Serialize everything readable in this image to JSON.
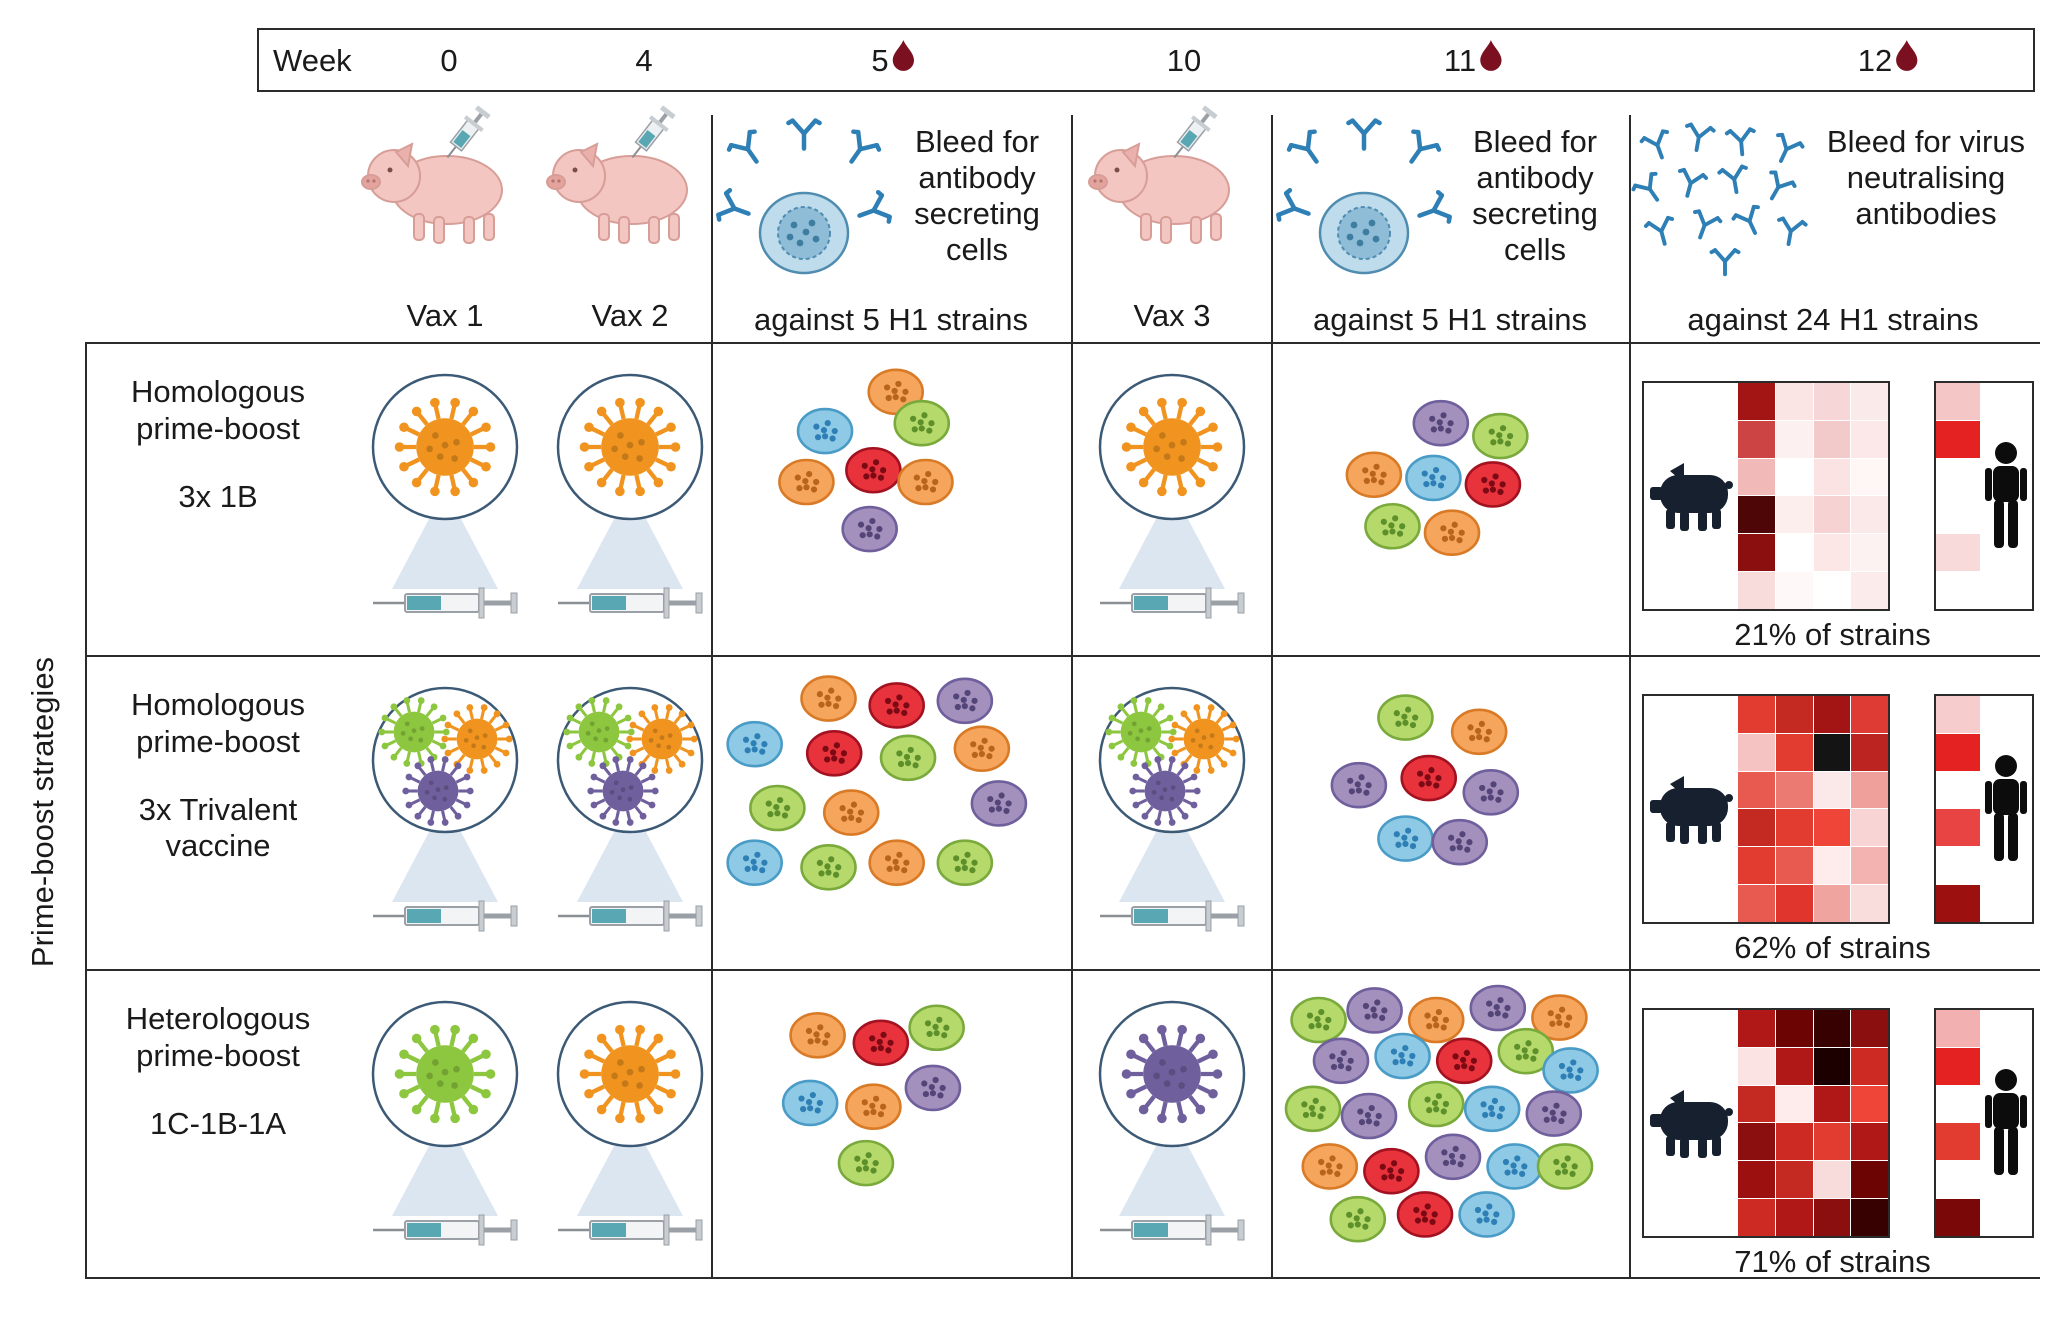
{
  "timeline": {
    "label": "Week",
    "points": [
      {
        "week": "0",
        "blood": false
      },
      {
        "week": "4",
        "blood": false
      },
      {
        "week": "5",
        "blood": true
      },
      {
        "week": "10",
        "blood": false
      },
      {
        "week": "11",
        "blood": true
      },
      {
        "week": "12",
        "blood": true
      }
    ]
  },
  "header": {
    "vax1_label": "Vax 1",
    "vax2_label": "Vax 2",
    "vax3_label": "Vax 3",
    "bleed1": {
      "main": "Bleed for antibody secreting cells",
      "sub": "against 5 H1 strains"
    },
    "bleed2": {
      "main": "Bleed for antibody secreting cells",
      "sub": "against 5 H1 strains"
    },
    "bleed3": {
      "main": "Bleed for virus neutralising antibodies",
      "sub": "against 24 H1 strains"
    }
  },
  "sidebar_label": "Prime-boost strategies",
  "palette": {
    "virus": {
      "orange": "#f0941f",
      "green": "#8dc63f",
      "purple": "#6f5f9c"
    },
    "cell": {
      "orange": {
        "fill": "#f6a55c",
        "stroke": "#d97a27",
        "dot": "#b8641a"
      },
      "blue": {
        "fill": "#8ecae6",
        "stroke": "#4a9cc7",
        "dot": "#2e7fb5"
      },
      "green": {
        "fill": "#b5d96b",
        "stroke": "#7aa93c",
        "dot": "#5d8f2a"
      },
      "red": {
        "fill": "#e8323c",
        "stroke": "#a31220",
        "dot": "#7c0a14"
      },
      "purple": {
        "fill": "#a390bd",
        "stroke": "#6f5f9c",
        "dot": "#544579"
      }
    },
    "antibody": "#2e7fb5",
    "blood": "#7a1020",
    "silhouette_pig": "#16202e",
    "silhouette_human": "#0c0c0c"
  },
  "rows": [
    {
      "name": "Homologous prime-boost",
      "sub": "3x 1B",
      "vax": [
        [
          "orange"
        ],
        [
          "orange"
        ],
        [
          "orange"
        ]
      ],
      "cluster1": [
        {
          "c": "orange",
          "x": 0.52,
          "y": 0.04
        },
        {
          "c": "blue",
          "x": 0.14,
          "y": 0.24
        },
        {
          "c": "green",
          "x": 0.66,
          "y": 0.2
        },
        {
          "c": "orange",
          "x": 0.04,
          "y": 0.5
        },
        {
          "c": "red",
          "x": 0.4,
          "y": 0.44
        },
        {
          "c": "orange",
          "x": 0.68,
          "y": 0.5
        },
        {
          "c": "purple",
          "x": 0.38,
          "y": 0.74
        }
      ],
      "cluster2": [
        {
          "c": "purple",
          "x": 0.44,
          "y": 0.02
        },
        {
          "c": "green",
          "x": 0.76,
          "y": 0.1
        },
        {
          "c": "orange",
          "x": 0.08,
          "y": 0.34
        },
        {
          "c": "blue",
          "x": 0.4,
          "y": 0.36
        },
        {
          "c": "red",
          "x": 0.72,
          "y": 0.4
        },
        {
          "c": "green",
          "x": 0.18,
          "y": 0.66
        },
        {
          "c": "orange",
          "x": 0.5,
          "y": 0.7
        }
      ],
      "heatmap": {
        "pig_grid": [
          [
            "#a31515",
            "#fbe4e4",
            "#f6d6d6",
            "#fbeaea"
          ],
          [
            "#cc4444",
            "#fdf0f0",
            "#f3caca",
            "#fce8e8"
          ],
          [
            "#f2b9b9",
            "#ffffff",
            "#fbe3e3",
            "#fff6f6"
          ],
          [
            "#4f0606",
            "#fdeeee",
            "#f6d2d2",
            "#fbe9e9"
          ],
          [
            "#8c0f0f",
            "#ffffff",
            "#fce6e6",
            "#fdf2f2"
          ],
          [
            "#f8dcdc",
            "#fff8f8",
            "#ffffff",
            "#fcebeb"
          ]
        ],
        "human_col": [
          "#f5c6c6",
          "#e52222",
          "#ffffff",
          "#ffffff",
          "#f8dada",
          "#ffffff"
        ]
      },
      "result": "21% of strains"
    },
    {
      "name": "Homologous prime-boost",
      "sub": "3x Trivalent vaccine",
      "vax": [
        [
          "green",
          "orange",
          "purple"
        ],
        [
          "green",
          "orange",
          "purple"
        ],
        [
          "green",
          "orange",
          "purple"
        ]
      ],
      "cluster1": [
        {
          "c": "orange",
          "x": 0.28,
          "y": 0.02
        },
        {
          "c": "red",
          "x": 0.52,
          "y": 0.05
        },
        {
          "c": "purple",
          "x": 0.76,
          "y": 0.03
        },
        {
          "c": "blue",
          "x": 0.02,
          "y": 0.22
        },
        {
          "c": "red",
          "x": 0.3,
          "y": 0.26
        },
        {
          "c": "green",
          "x": 0.56,
          "y": 0.28
        },
        {
          "c": "orange",
          "x": 0.82,
          "y": 0.24
        },
        {
          "c": "green",
          "x": 0.1,
          "y": 0.5
        },
        {
          "c": "orange",
          "x": 0.36,
          "y": 0.52
        },
        {
          "c": "purple",
          "x": 0.88,
          "y": 0.48
        },
        {
          "c": "blue",
          "x": 0.02,
          "y": 0.74
        },
        {
          "c": "green",
          "x": 0.28,
          "y": 0.76
        },
        {
          "c": "orange",
          "x": 0.52,
          "y": 0.74
        },
        {
          "c": "green",
          "x": 0.76,
          "y": 0.74
        }
      ],
      "cluster2": [
        {
          "c": "green",
          "x": 0.26,
          "y": 0.02
        },
        {
          "c": "orange",
          "x": 0.64,
          "y": 0.1
        },
        {
          "c": "purple",
          "x": 0.02,
          "y": 0.4
        },
        {
          "c": "red",
          "x": 0.38,
          "y": 0.36
        },
        {
          "c": "purple",
          "x": 0.7,
          "y": 0.44
        },
        {
          "c": "blue",
          "x": 0.26,
          "y": 0.7
        },
        {
          "c": "purple",
          "x": 0.54,
          "y": 0.72
        }
      ],
      "heatmap": {
        "pig_grid": [
          [
            "#e23b30",
            "#c52a22",
            "#a31515",
            "#dd3b33"
          ],
          [
            "#f6c3c3",
            "#e23b30",
            "#141414",
            "#bb2420"
          ],
          [
            "#e85a50",
            "#ea7a72",
            "#fbe9e9",
            "#f0a09a"
          ],
          [
            "#c52a22",
            "#e23b30",
            "#ef4438",
            "#f8d4d4"
          ],
          [
            "#e23b30",
            "#e85a50",
            "#fdeceb",
            "#f3b3b0"
          ],
          [
            "#e85a50",
            "#df352c",
            "#f0a4a0",
            "#f9dcdc"
          ]
        ],
        "human_col": [
          "#f6cccc",
          "#e52222",
          "#ffffff",
          "#e84444",
          "#ffffff",
          "#9c1010"
        ]
      },
      "result": "62% of strains"
    },
    {
      "name": "Heterologous prime-boost",
      "sub": "1C-1B-1A",
      "vax": [
        [
          "green"
        ],
        [
          "orange"
        ],
        [
          "purple"
        ]
      ],
      "cluster1": [
        {
          "c": "orange",
          "x": 0.1,
          "y": 0.06
        },
        {
          "c": "red",
          "x": 0.44,
          "y": 0.1
        },
        {
          "c": "green",
          "x": 0.74,
          "y": 0.02
        },
        {
          "c": "blue",
          "x": 0.06,
          "y": 0.42
        },
        {
          "c": "orange",
          "x": 0.4,
          "y": 0.44
        },
        {
          "c": "purple",
          "x": 0.72,
          "y": 0.34
        },
        {
          "c": "green",
          "x": 0.36,
          "y": 0.74
        }
      ],
      "cluster2": [
        {
          "c": "green",
          "x": 0.02,
          "y": 0.05
        },
        {
          "c": "purple",
          "x": 0.22,
          "y": 0.01
        },
        {
          "c": "orange",
          "x": 0.44,
          "y": 0.05
        },
        {
          "c": "purple",
          "x": 0.66,
          "y": 0.0
        },
        {
          "c": "orange",
          "x": 0.88,
          "y": 0.04
        },
        {
          "c": "purple",
          "x": 0.1,
          "y": 0.22
        },
        {
          "c": "blue",
          "x": 0.32,
          "y": 0.2
        },
        {
          "c": "red",
          "x": 0.54,
          "y": 0.22
        },
        {
          "c": "green",
          "x": 0.76,
          "y": 0.18
        },
        {
          "c": "blue",
          "x": 0.92,
          "y": 0.26
        },
        {
          "c": "green",
          "x": 0.0,
          "y": 0.42
        },
        {
          "c": "purple",
          "x": 0.2,
          "y": 0.45
        },
        {
          "c": "green",
          "x": 0.44,
          "y": 0.4
        },
        {
          "c": "blue",
          "x": 0.64,
          "y": 0.42
        },
        {
          "c": "purple",
          "x": 0.86,
          "y": 0.44
        },
        {
          "c": "orange",
          "x": 0.06,
          "y": 0.66
        },
        {
          "c": "red",
          "x": 0.28,
          "y": 0.68
        },
        {
          "c": "purple",
          "x": 0.5,
          "y": 0.62
        },
        {
          "c": "blue",
          "x": 0.72,
          "y": 0.66
        },
        {
          "c": "green",
          "x": 0.9,
          "y": 0.66
        },
        {
          "c": "green",
          "x": 0.16,
          "y": 0.88
        },
        {
          "c": "red",
          "x": 0.4,
          "y": 0.86
        },
        {
          "c": "blue",
          "x": 0.62,
          "y": 0.86
        }
      ],
      "heatmap": {
        "pig_grid": [
          [
            "#b01818",
            "#6d0404",
            "#380101",
            "#8c0f0f"
          ],
          [
            "#fbe3e3",
            "#b01818",
            "#1c0000",
            "#cc2a22"
          ],
          [
            "#c52a22",
            "#fdeceb",
            "#b01818",
            "#ef4438"
          ],
          [
            "#8c0f0f",
            "#cc2a22",
            "#e23b30",
            "#b01818"
          ],
          [
            "#9c1010",
            "#c52a22",
            "#f8dcdc",
            "#6d0404"
          ],
          [
            "#cc2a22",
            "#b01818",
            "#8c0f0f",
            "#380101"
          ]
        ],
        "human_col": [
          "#f2b0b0",
          "#e52222",
          "#ffffff",
          "#e23b30",
          "#ffffff",
          "#7a0808"
        ]
      },
      "result": "71% of strains"
    }
  ]
}
